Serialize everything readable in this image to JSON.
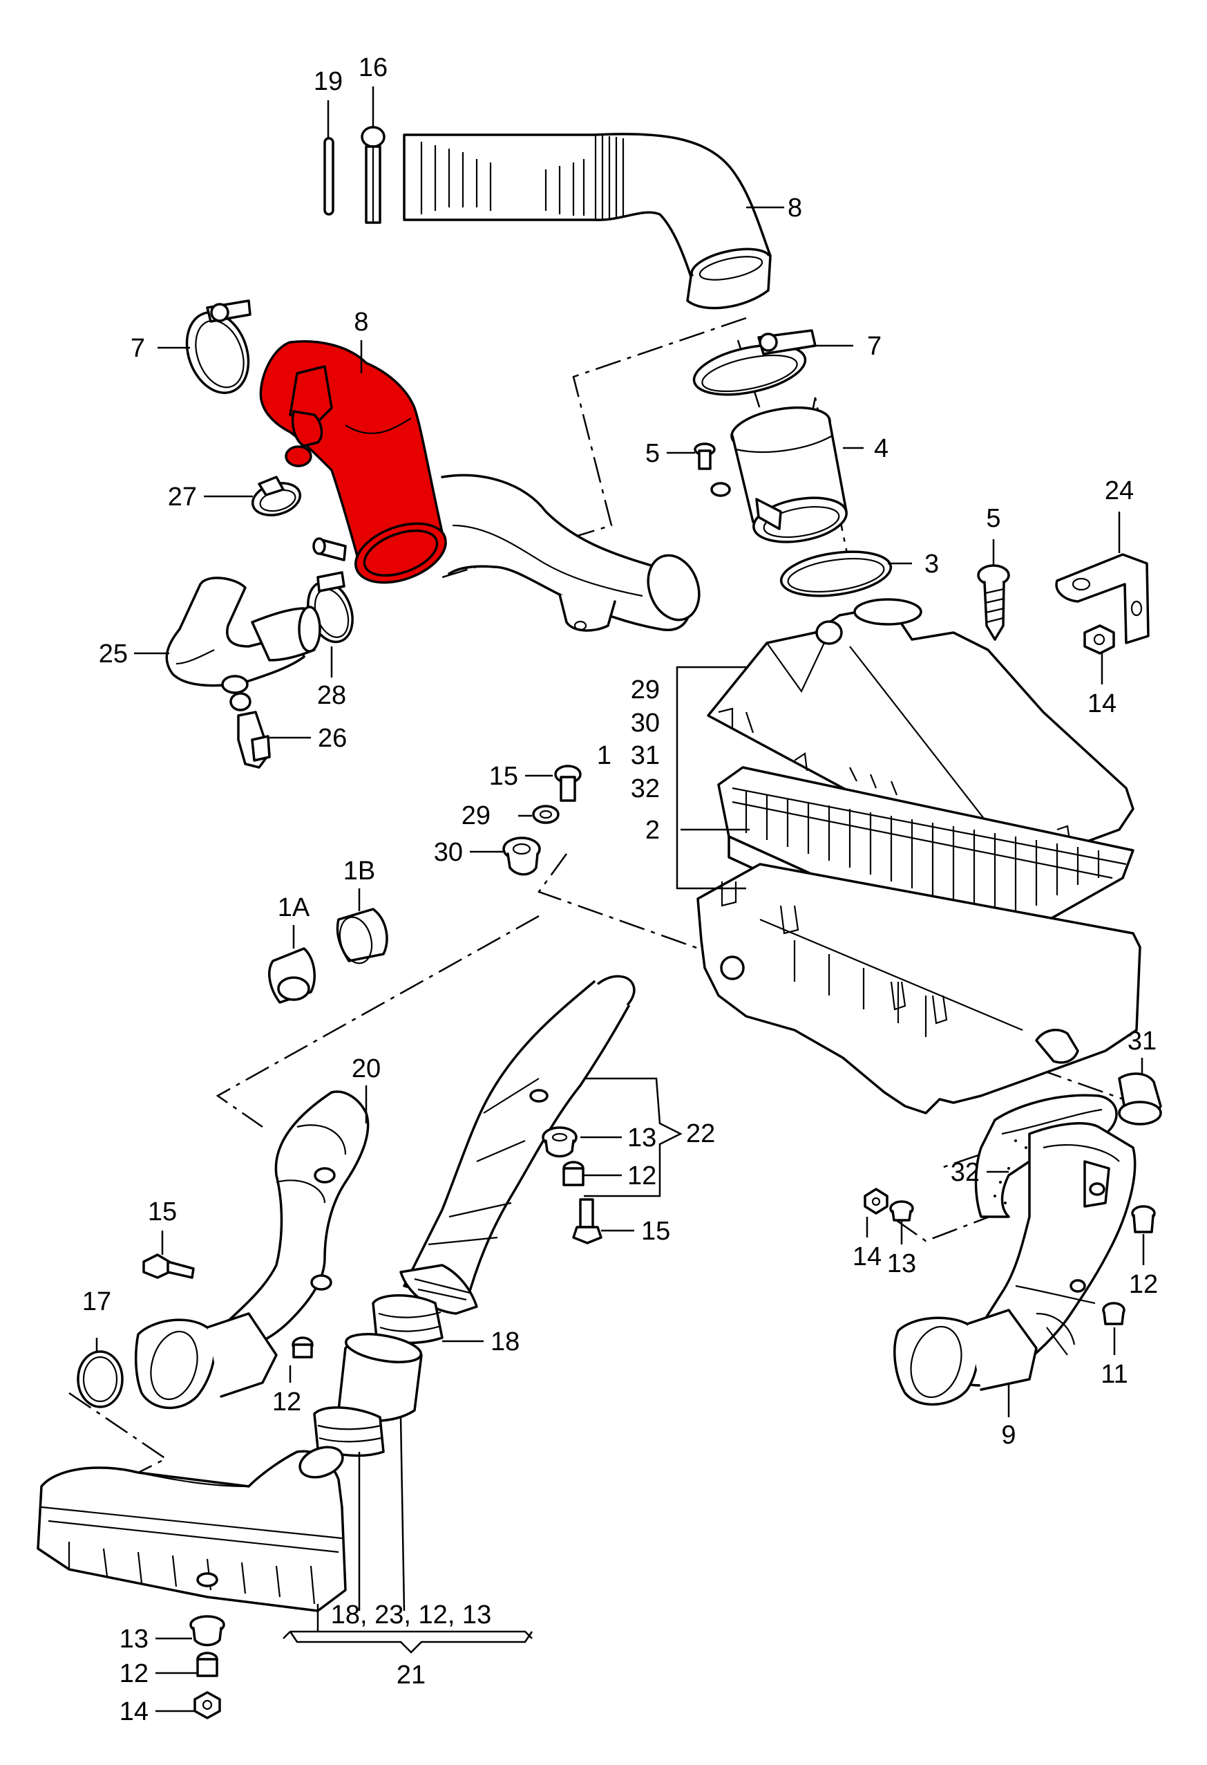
{
  "diagram": {
    "highlight_color": "#e60000",
    "line_color": "#000000",
    "background": "#ffffff",
    "highlighted_part": "8",
    "labels": {
      "l19": "19",
      "l16": "16",
      "l8a": "8",
      "l7a": "7",
      "l8b": "8",
      "l7b": "7",
      "l5a": "5",
      "l4": "4",
      "l27": "27",
      "l3": "3",
      "l5b": "5",
      "l24": "24",
      "l25": "25",
      "l28": "28",
      "l26": "26",
      "l29a": "29",
      "l30a": "30",
      "l1": "1",
      "l31a": "31",
      "l32a": "32",
      "l2": "2",
      "l14a": "14",
      "l15a": "15",
      "l29b": "29",
      "l30b": "30",
      "l1B": "1B",
      "l1A": "1A",
      "l31b": "31",
      "l20": "20",
      "l13a": "13",
      "l22": "22",
      "l12a": "12",
      "l15b": "15",
      "l32b": "32",
      "l15c": "15",
      "l14b": "14",
      "l13b": "13",
      "l12b": "12",
      "l17": "17",
      "l18a": "18",
      "l11": "11",
      "l12c": "12",
      "l9": "9",
      "l13c": "13",
      "l12d": "12",
      "l14c": "14",
      "l18b": "18, 23, 12, 13",
      "l21": "21"
    }
  }
}
